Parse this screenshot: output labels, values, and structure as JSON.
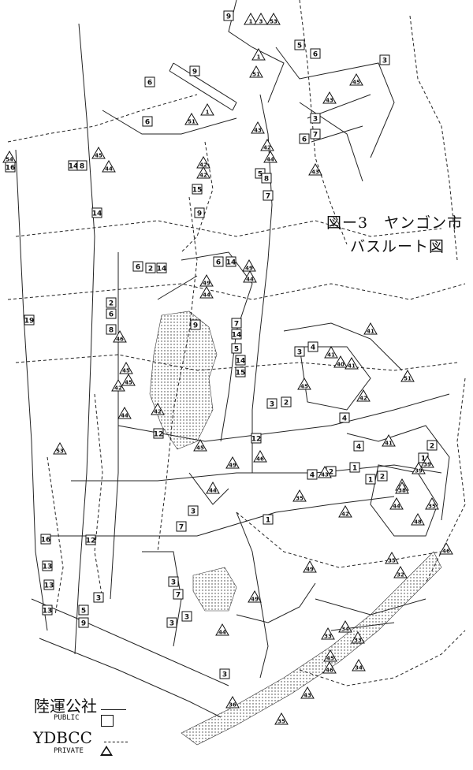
{
  "title": {
    "line1": "図ー3　ヤンゴン市",
    "line2": "バスルート図"
  },
  "legend": {
    "public_jp": "陸運公社",
    "public_en": "PUBLIC",
    "private_name": "YDBCC",
    "private_en": "PRIVATE",
    "public_symbol": "square",
    "private_symbol": "triangle",
    "public_line": "solid",
    "private_line": "dashed"
  },
  "markers": {
    "public": [
      "9",
      "9",
      "6",
      "5",
      "6",
      "3",
      "3",
      "7",
      "6",
      "5",
      "8",
      "6",
      "7",
      "16",
      "14",
      "8",
      "14",
      "15",
      "9",
      "6",
      "14",
      "6",
      "2",
      "14",
      "2",
      "6",
      "8",
      "19",
      "9",
      "7",
      "14",
      "5",
      "14",
      "15",
      "12",
      "3",
      "2",
      "4",
      "3",
      "12",
      "4",
      "1",
      "2",
      "4",
      "1",
      "2",
      "7",
      "3",
      "16",
      "12",
      "13",
      "3",
      "1",
      "5",
      "9",
      "3",
      "7",
      "3",
      "13",
      "13",
      "3",
      "2",
      "4",
      "1",
      "3"
    ],
    "private": [
      "1",
      "3",
      "53",
      "1",
      "51",
      "1",
      "51",
      "45",
      "43",
      "42",
      "45",
      "44",
      "43",
      "43",
      "54",
      "44",
      "42",
      "42",
      "49",
      "44",
      "49",
      "44",
      "46",
      "45",
      "45",
      "44",
      "41",
      "40",
      "41",
      "42",
      "45",
      "42",
      "45",
      "49",
      "46",
      "41",
      "51",
      "41",
      "43",
      "44",
      "48",
      "42",
      "44",
      "49",
      "39",
      "36",
      "35",
      "35",
      "46",
      "34",
      "35",
      "36",
      "33",
      "43",
      "46",
      "45",
      "49",
      "44",
      "38",
      "39",
      "32",
      "35",
      "33",
      "42",
      "53",
      "34"
    ]
  }
}
